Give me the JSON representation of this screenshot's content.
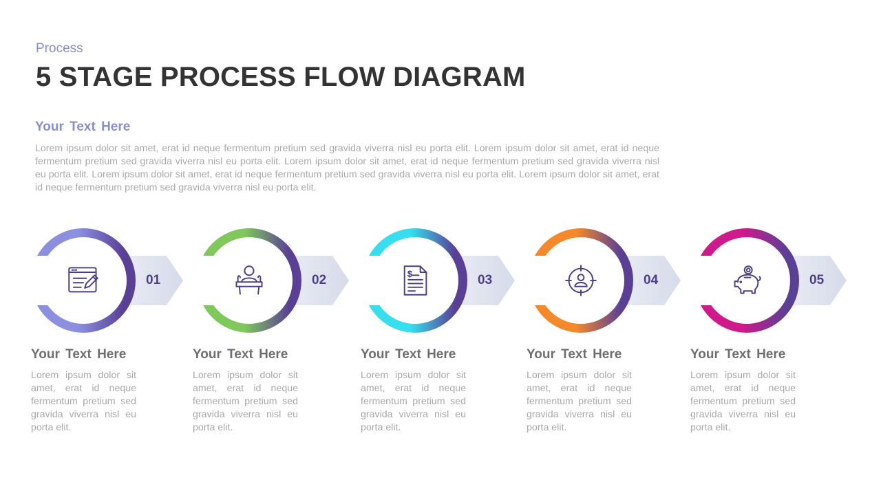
{
  "header": {
    "kicker": "Process",
    "title": "5 STAGE PROCESS FLOW DIAGRAM"
  },
  "intro": {
    "heading": "Your  Text Here",
    "body": "Lorem ipsum dolor sit amet, erat id neque fermentum pretium sed gravida viverra nisl eu porta elit. Lorem ipsum dolor sit amet, erat id neque fermentum pretium sed gravida viverra nisl eu porta elit. Lorem ipsum dolor sit amet, erat id neque fermentum pretium sed gravida viverra nisl eu porta elit. Lorem ipsum dolor sit amet, erat id neque fermentum pretium sed gravida viverra nisl eu porta elit. Lorem ipsum dolor sit amet, erat id neque fermentum pretium sed gravida viverra nisl eu porta elit."
  },
  "colors": {
    "accent_purple": "#5a3f96",
    "arrow_fill": "#dde1ee",
    "number_text": "#4b3f85",
    "icon_stroke": "#4b3f85"
  },
  "stages": [
    {
      "number": "01",
      "icon": "edit-document-icon",
      "ring_start": "#8a8fe0",
      "ring_end": "#5a3f96",
      "title": "Your  Text Here",
      "text": "Lorem ipsum dolor sit amet, erat id neque fermentum pretium sed gravida viverra nisl eu porta elit."
    },
    {
      "number": "02",
      "icon": "speaker-podium-icon",
      "ring_start": "#7fc95a",
      "ring_end": "#5a3f96",
      "title": "Your  Text Here",
      "text": "Lorem ipsum dolor sit amet, erat id neque fermentum pretium sed gravida viverra nisl eu porta elit."
    },
    {
      "number": "03",
      "icon": "invoice-document-icon",
      "ring_start": "#35dff0",
      "ring_end": "#5a3f96",
      "title": "Your  Text Here",
      "text": "Lorem ipsum dolor sit amet, erat id neque fermentum pretium sed gravida viverra nisl eu porta elit."
    },
    {
      "number": "04",
      "icon": "target-user-icon",
      "ring_start": "#f5892a",
      "ring_end": "#5a3f96",
      "title": "Your  Text Here",
      "text": "Lorem ipsum dolor sit amet, erat id neque fermentum pretium sed gravida viverra nisl eu porta elit."
    },
    {
      "number": "05",
      "icon": "piggy-bank-icon",
      "ring_start": "#d0198a",
      "ring_end": "#5a3f96",
      "title": "Your  Text Here",
      "text": "Lorem ipsum dolor sit amet, erat id neque fermentum pretium sed gravida viverra nisl eu porta elit."
    }
  ]
}
